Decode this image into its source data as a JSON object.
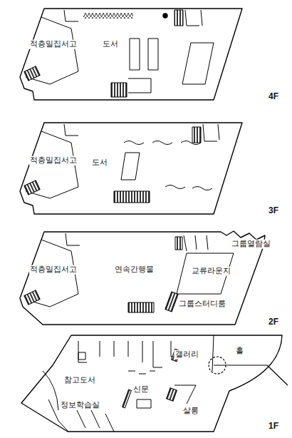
{
  "diagram": {
    "labels": [
      "적층밀집서고",
      "도서",
      "4F",
      "적층밀집서고",
      "도서",
      "3F",
      "적층밀집서고",
      "연속간행물",
      "교류라운지",
      "그룹열람실",
      "그룹스터디룸",
      "2F",
      "참고도서",
      "갤러리",
      "홀",
      "신문",
      "정보학습실",
      "살롱",
      "1F"
    ]
  }
}
